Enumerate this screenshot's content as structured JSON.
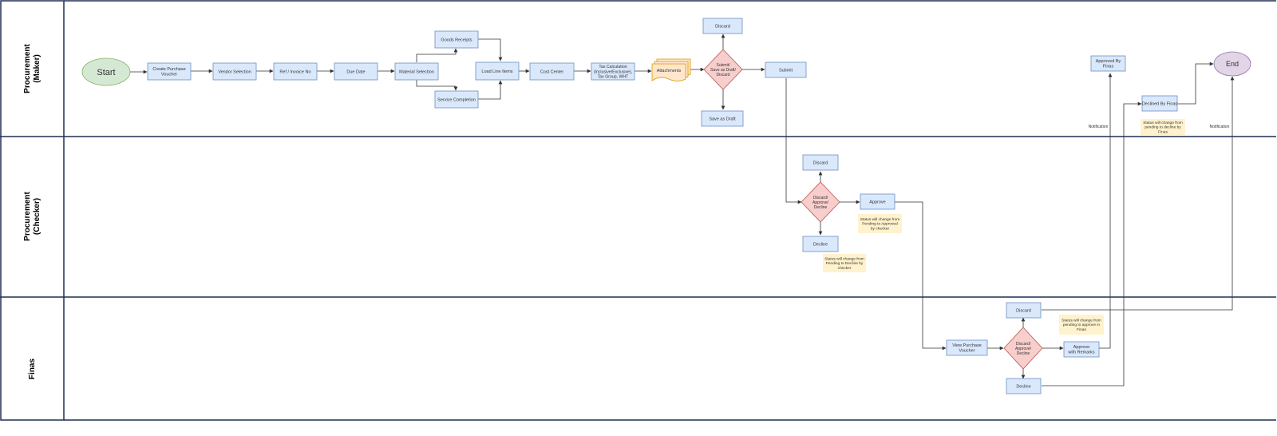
{
  "lanes": [
    "Procurement\n(Maker)",
    "Procurement\n(Checker)",
    "Finas"
  ],
  "nodes": {
    "start": "Start",
    "end": "End",
    "create_pv": "Create Purchase\nVoucher",
    "vendor": "Vendor Selection",
    "ref_invoice": "Ref / Invoice No",
    "due_date": "Due Date",
    "material": "Material Selection",
    "goods_receipts": "Goods Receipts",
    "service_completion": "Service Completion",
    "load_line": "Load Line Items",
    "cost_center": "Cost Center",
    "tax_calc": "Tax Calculation\n(Inclusive/Exclusive),\nTax Group, WHT",
    "attachments": "Attachments",
    "maker_decision": "Submit/\nSave as Draft/\nDiscard",
    "maker_discard": "Discard",
    "save_draft": "Save as Draft",
    "submit": "Submit",
    "checker_discard": "Discard",
    "checker_decision": "Discard/\nApprove/\nDecline",
    "checker_approve": "Approve",
    "checker_decline": "Decline",
    "view_pv": "View Purchase\nVoucher",
    "finas_decision": "Discard/\nApprove/\nDecline",
    "finas_discard": "Discard",
    "finas_approve": "Approve\nwith Remarks",
    "finas_decline": "Decline",
    "approved_by_finas": "Approved By\nFinas",
    "declined_by_finas": "Declined By Finas"
  },
  "notes": {
    "checker_approve_note": "Status will change from\nPending to Approved\nby checker",
    "checker_decline_note": "Status will change from\nPending to Decline by\nchecker",
    "finas_approve_note": "Status will change from\npending to approve in\nFinas",
    "finas_decline_note": "Status will change from\npending to decline by\nFinas"
  },
  "labels": {
    "notification_1": "Notification",
    "notification_2": "Notification"
  },
  "colors": {
    "process_fill": "#dae8fc",
    "process_stroke": "#6c8ebf",
    "decision_fill": "#f8cecc",
    "decision_stroke": "#b85450",
    "start_fill": "#d5e8d4",
    "start_stroke": "#82b366",
    "end_fill": "#e1d5e7",
    "end_stroke": "#9673a6",
    "doc_fill": "#ffe6cc",
    "doc_stroke": "#d79b00",
    "note_fill": "#fff2cc",
    "lane_border": "#1f2f52",
    "edge": "#333333"
  }
}
